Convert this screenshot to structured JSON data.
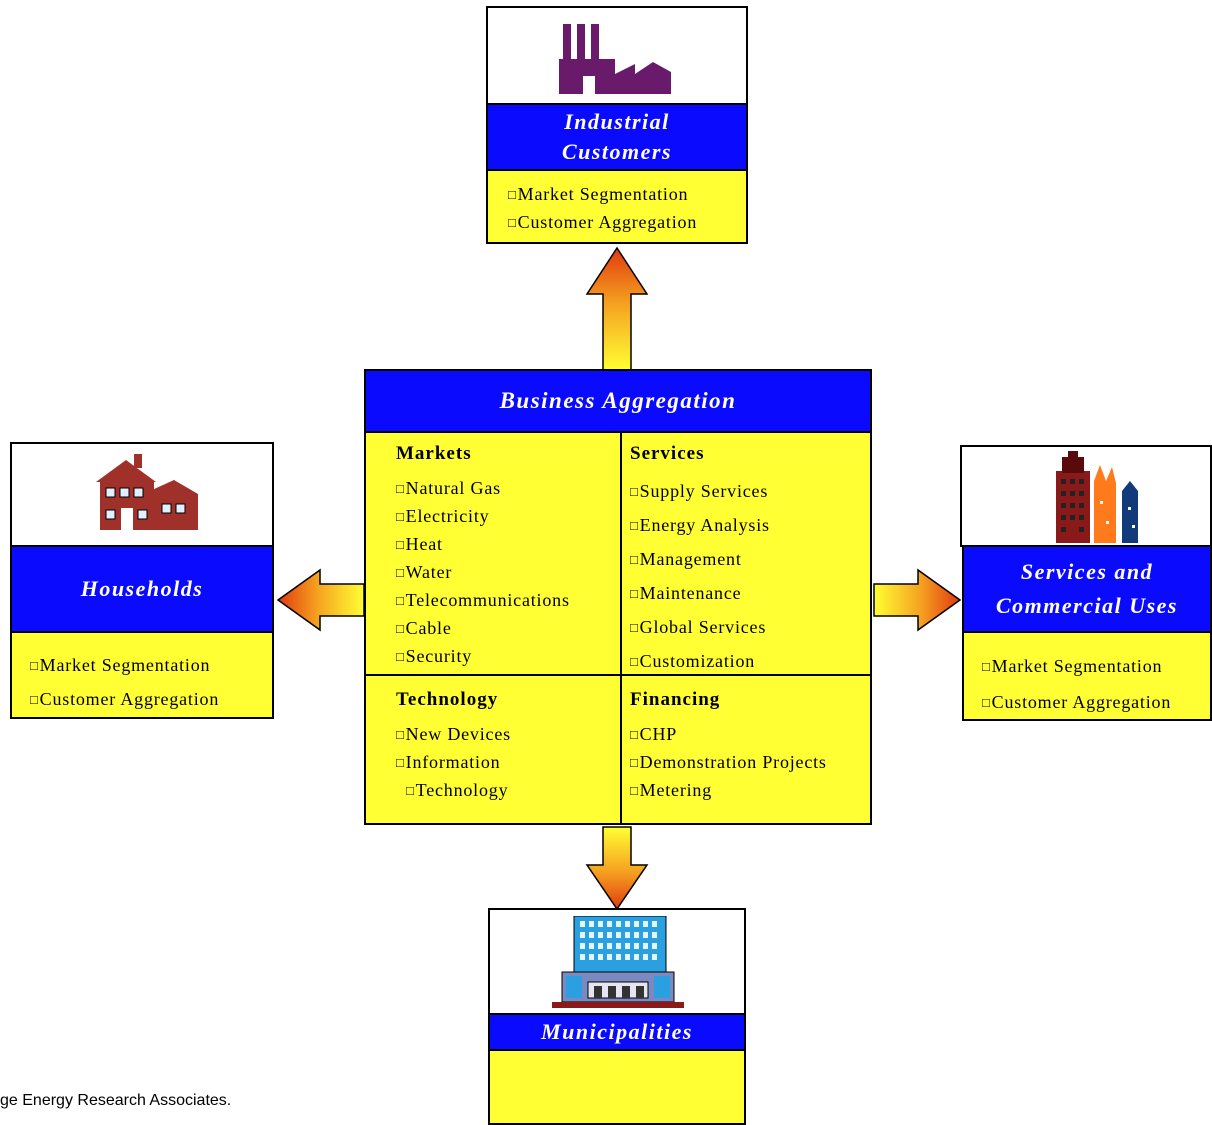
{
  "industrial": {
    "title_line1": "Industrial",
    "title_line2": "Customers",
    "items": [
      "Market Segmentation",
      "Customer Aggregation"
    ]
  },
  "households": {
    "title": "Households",
    "items": [
      "Market Segmentation",
      "Customer Aggregation"
    ]
  },
  "services_commercial": {
    "title_line1": "Services and",
    "title_line2": "Commercial Uses",
    "items": [
      "Market Segmentation",
      "Customer Aggregation"
    ]
  },
  "municipalities": {
    "title": "Municipalities"
  },
  "center": {
    "title": "Business Aggregation",
    "markets": {
      "title": "Markets",
      "items": [
        "Natural Gas",
        "Electricity",
        "Heat",
        "Water",
        "Telecommunications",
        "Cable",
        "Security"
      ]
    },
    "services": {
      "title": "Services",
      "items": [
        "Supply Services",
        "Energy Analysis",
        "Management",
        "Maintenance",
        "Global Services",
        "Customization"
      ]
    },
    "technology": {
      "title": "Technology",
      "items": [
        "New Devices",
        "Information",
        "Technology"
      ]
    },
    "financing": {
      "title": "Financing",
      "items": [
        "CHP",
        "Demonstration Projects",
        "Metering"
      ]
    }
  },
  "footer": "ge Energy Research Associates.",
  "colors": {
    "header_blue": "#0a0aff",
    "box_yellow": "#ffff33",
    "arrow_gradient": [
      "#ffff33",
      "#f07020",
      "#e04010"
    ]
  },
  "icons": [
    "factory-icon",
    "house-icon",
    "city-buildings-icon",
    "office-building-icon"
  ]
}
